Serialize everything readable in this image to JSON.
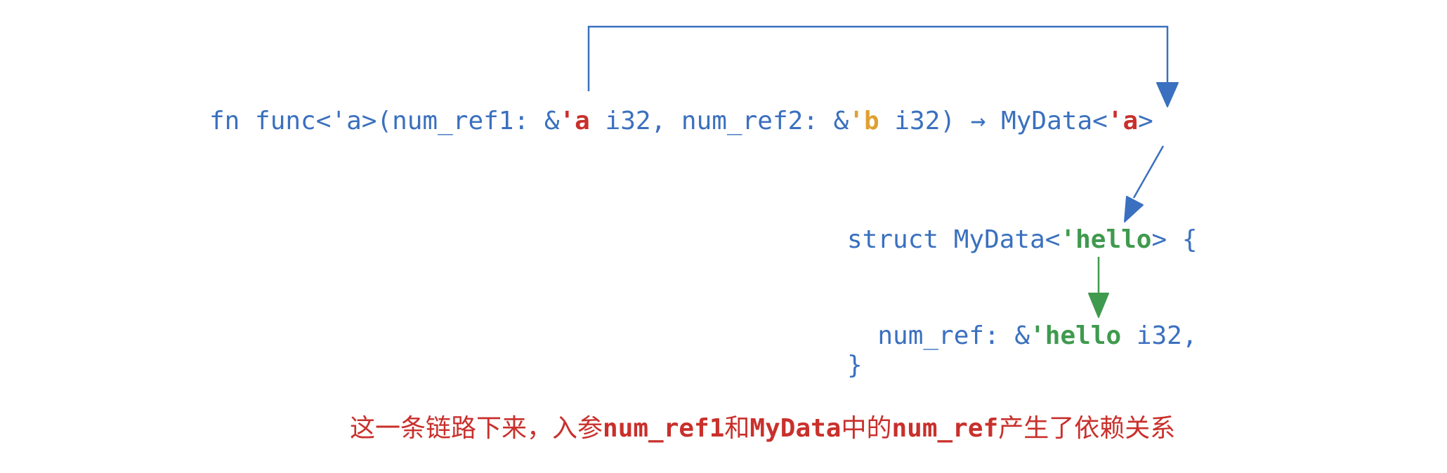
{
  "func_signature": {
    "prefix": "fn func<'a>(num_ref1: &",
    "lt_a_1": "'a",
    "mid1": " i32, num_ref2: &",
    "lt_b": "'b",
    "mid2": " i32) → MyData<",
    "lt_a_2": "'a",
    "suffix": ">"
  },
  "struct_decl": {
    "prefix": "struct MyData<",
    "lt_hello": "'hello",
    "suffix": "> {"
  },
  "struct_field": {
    "prefix": "  num_ref: &",
    "lt_hello": "'hello",
    "suffix": " i32,"
  },
  "struct_close": "}",
  "caption": {
    "part1": "这一条链路下来，入参",
    "code1": "num_ref1",
    "part2": "和",
    "code2": "MyData",
    "part3": "中的",
    "code3": "num_ref",
    "part4": "产生了依赖关系"
  },
  "colors": {
    "code_blue": "#3a70bf",
    "lifetime_a": "#c9302c",
    "lifetime_b": "#e0a030",
    "lifetime_hello": "#3f9a4e",
    "caption": "#c9302c"
  }
}
